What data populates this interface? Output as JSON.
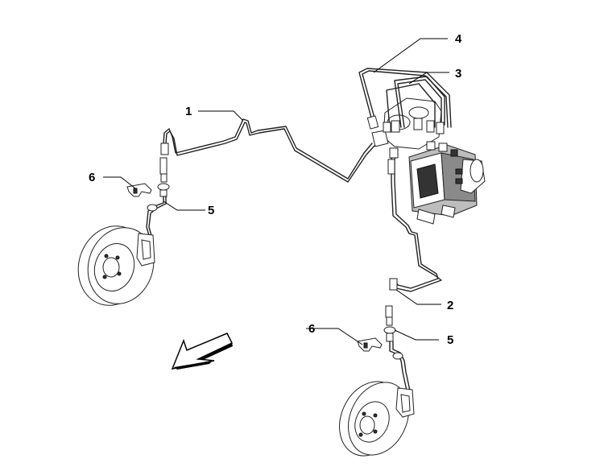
{
  "diagram": {
    "callouts": [
      {
        "id": "c1",
        "label": "1"
      },
      {
        "id": "c2",
        "label": "2"
      },
      {
        "id": "c3",
        "label": "3"
      },
      {
        "id": "c4",
        "label": "4"
      },
      {
        "id": "c5a",
        "label": "5"
      },
      {
        "id": "c5b",
        "label": "5"
      },
      {
        "id": "c6a",
        "label": "6"
      },
      {
        "id": "c6b",
        "label": "6"
      }
    ]
  }
}
